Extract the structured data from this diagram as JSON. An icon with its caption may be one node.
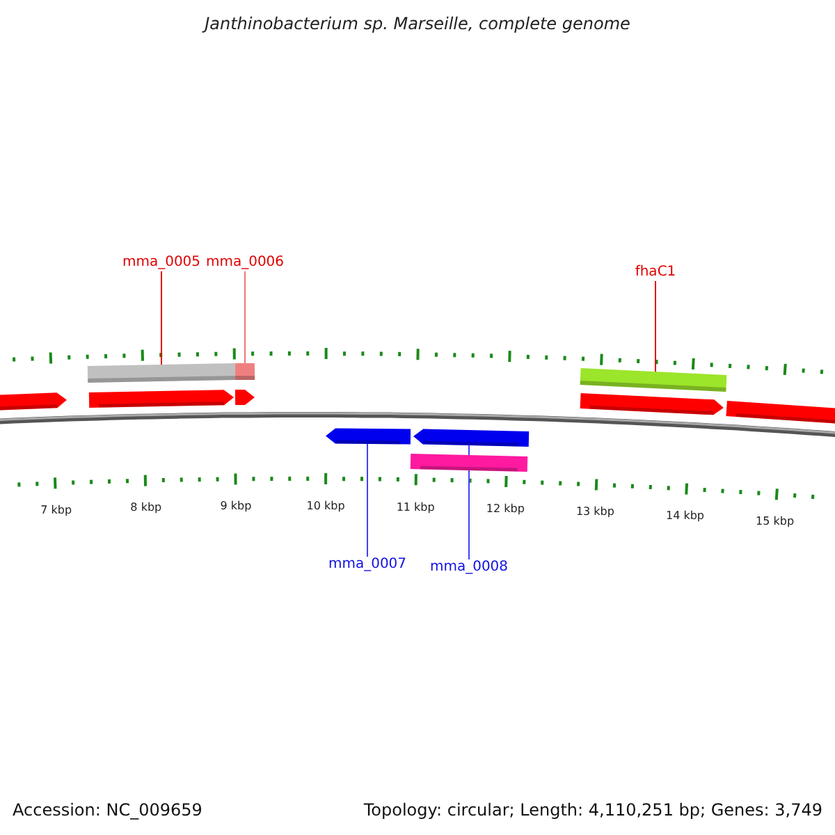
{
  "diagram": {
    "title": "Janthinobacterium sp. Marseille, complete genome",
    "nodes": [
      {
        "text": [
          "mma_0005"
        ]
      },
      {
        "text": [
          "mma_0006"
        ]
      },
      {
        "text": [
          "fhaC1"
        ]
      },
      {
        "text": [
          "mma_0007"
        ]
      },
      {
        "text": [
          "mma_0008"
        ]
      },
      {
        "text": [],
        "shape": "bar"
      },
      {
        "text": [],
        "shape": "bar"
      },
      {
        "text": [],
        "shape": "bar"
      },
      {
        "text": [],
        "shape": "bar"
      },
      {
        "text": [],
        "shape": "bar"
      },
      {
        "text": [],
        "shape": "bar"
      },
      {
        "text": [],
        "shape": "bar"
      },
      {
        "text": [],
        "shape": "bar"
      },
      {
        "text": [],
        "shape": "bar"
      },
      {
        "text": [],
        "shape": "bar"
      },
      {
        "text": [],
        "shape": "bar"
      }
    ],
    "edges": [
      {
        "from": 0,
        "to": 5,
        "arrow": "none"
      },
      {
        "from": 1,
        "to": 6,
        "arrow": "none",
        "color": "#f07878"
      },
      {
        "from": 2,
        "to": 7,
        "arrow": "none"
      },
      {
        "from": 3,
        "to": 13,
        "arrow": "none",
        "color": "#4040ff"
      },
      {
        "from": 4,
        "to": 14,
        "arrow": "none",
        "color": "#4040ff"
      }
    ],
    "labels": [
      "7 kbp",
      "8 kbp",
      "9 kbp",
      "10 kbp",
      "11 kbp",
      "12 kbp",
      "13 kbp",
      "14 kbp",
      "15 kbp",
      "Accession: NC_009659",
      "Topology: circular; Length: 4,110,251 bp; Genes: 3,749"
    ]
  }
}
